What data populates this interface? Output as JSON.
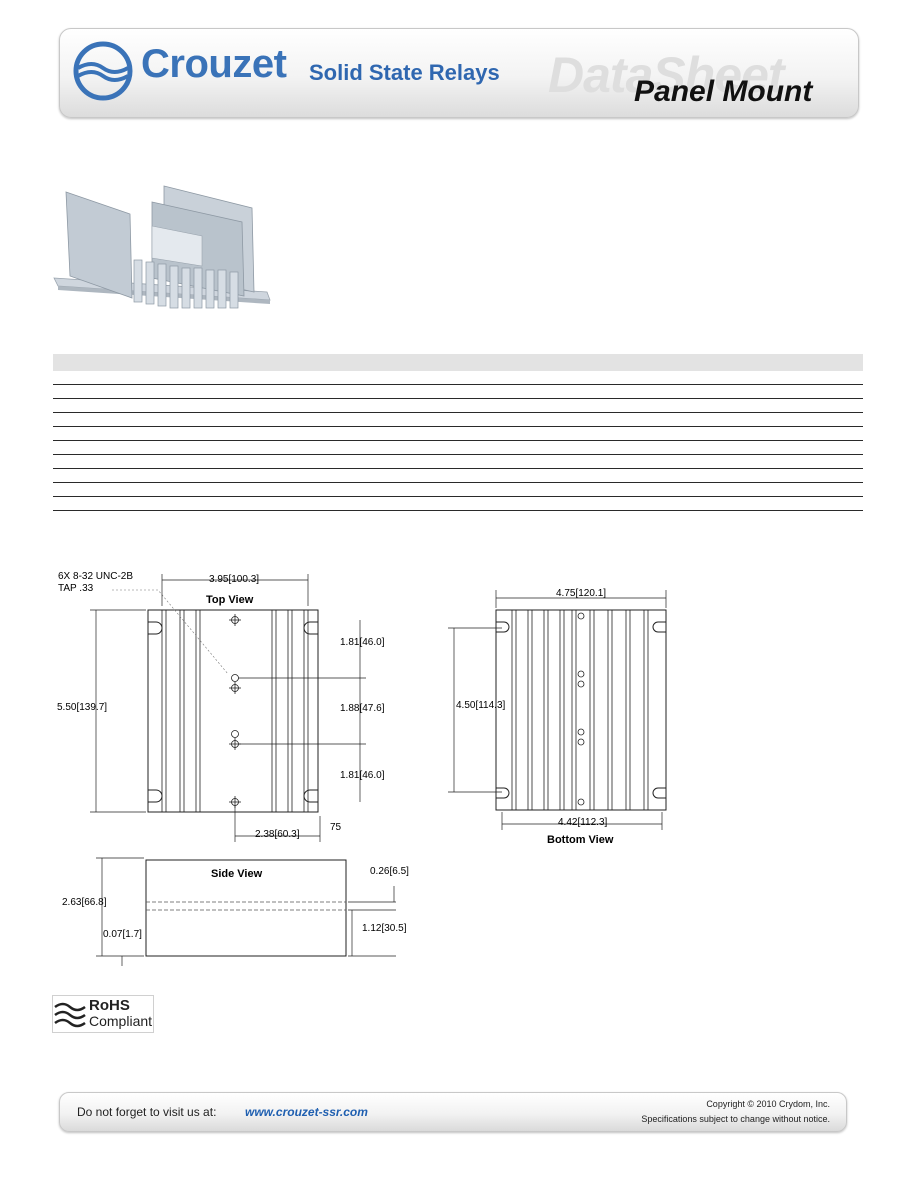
{
  "header": {
    "brand": "Crouzet",
    "product_line": "Solid State Relays",
    "watermark": "DataSheet",
    "series": "Panel Mount"
  },
  "table": {
    "row_count": 10
  },
  "drawings": {
    "top_view": {
      "title": "Top View",
      "thread_note_1": "6X 8-32 UNC-2B",
      "thread_note_2": "TAP .33",
      "width": "3.95[100.3]",
      "height": "5.50[139.7]",
      "dim_top": "1.81[46.0]",
      "dim_mid": "1.88[47.6]",
      "dim_bottom": "1.81[46.0]",
      "bottom_width": "2.38[60.3]",
      "bottom_extra": "75"
    },
    "bottom_view": {
      "title": "Bottom View",
      "width": "4.75[120.1]",
      "height": "4.50[114.3]",
      "bottom_width": "4.42[112.3]"
    },
    "side_view": {
      "title": "Side View",
      "height": "2.63[66.8]",
      "base": "0.07[1.7]",
      "top_gap": "0.26[6.5]",
      "fin_height": "1.12[30.5]"
    }
  },
  "rohs": {
    "line1": "RoHS",
    "line2": "Compliant"
  },
  "footer": {
    "visit_text": "Do not forget to visit us at:",
    "url": "www.crouzet-ssr.com",
    "copyright": "Copyright © 2010 Crydom, Inc.",
    "disclaimer": "Specifications subject to change without notice."
  },
  "colors": {
    "brand_blue": "#3a73b8",
    "product_blue": "#2f67b0",
    "url_blue": "#1f5fb0"
  }
}
